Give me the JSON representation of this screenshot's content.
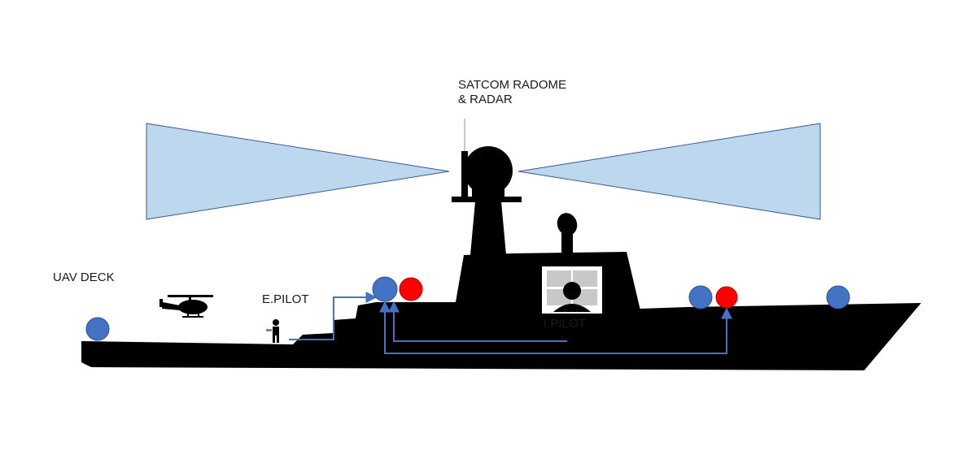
{
  "labels": {
    "radome_line1": "SATCOM RADOME",
    "radome_line2": "& RADAR",
    "uav_deck": "UAV DECK",
    "e_pilot": "E.PILOT",
    "i_pilot": "I.PILOT"
  },
  "colors": {
    "hull": "#000000",
    "beam_fill": "#bdd7ee",
    "beam_stroke": "#3a5a96",
    "blue_marker": "#4472c4",
    "red_marker": "#ff0000",
    "link_line": "#4472c4"
  },
  "icons": {
    "helicopter": "helicopter-icon",
    "pilot": "person-icon",
    "operator_console": "operator-console-icon"
  }
}
